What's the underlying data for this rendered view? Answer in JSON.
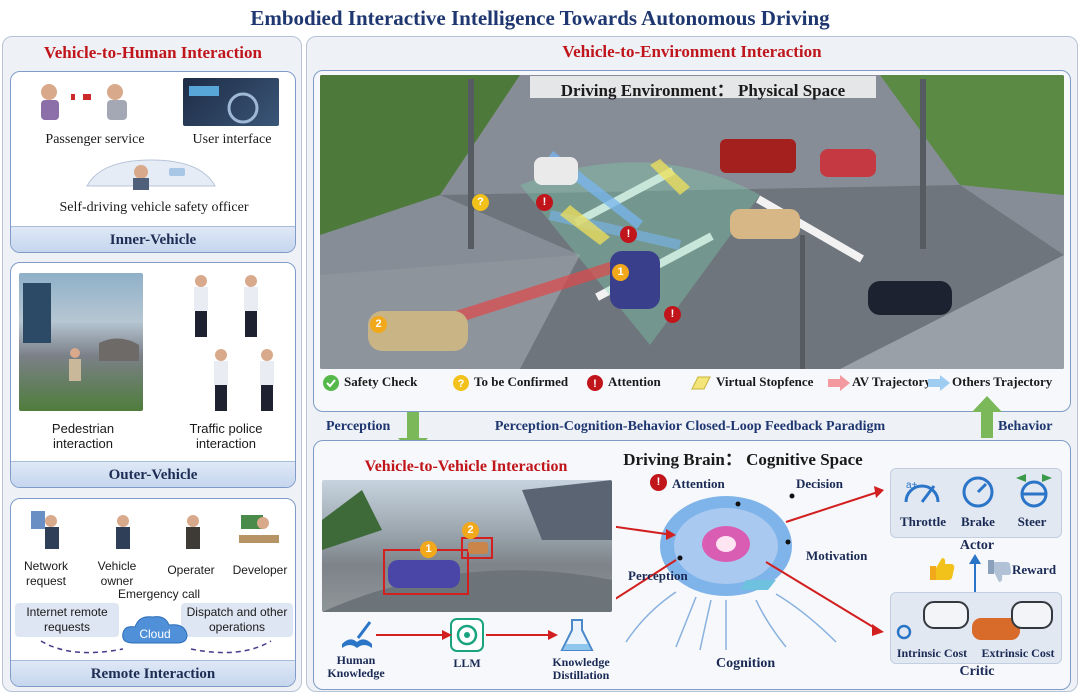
{
  "title": "Embodied Interactive Intelligence Towards Autonomous Driving",
  "left": {
    "header": "Vehicle-to-Human Interaction",
    "inner": {
      "label_passenger": "Passenger service",
      "label_ui": "User interface",
      "label_officer": "Self-driving vehicle safety officer",
      "footer": "Inner-Vehicle"
    },
    "outer": {
      "label_pedestrian": "Pedestrian\ninteraction",
      "label_police": "Traffic police\ninteraction",
      "footer": "Outer-Vehicle"
    },
    "remote": {
      "label_network": "Network\nrequest",
      "label_owner": "Vehicle\nowner",
      "label_operator": "Operater",
      "label_developer": "Developer",
      "label_emergency": "Emergency call",
      "label_internet": "Internet remote\nrequests",
      "label_dispatch": "Dispatch and other\noperations",
      "label_cloud": "Cloud",
      "footer": "Remote Interaction"
    }
  },
  "right": {
    "header": "Vehicle-to-Environment Interaction",
    "env_title": "Driving Environment： Physical Space",
    "legend": {
      "safety": "Safety Check",
      "confirm": "To be Confirmed",
      "attention": "Attention",
      "stopfence": "Virtual Stopfence",
      "av_traj": "AV Trajectory",
      "others_traj": "Others Trajectory"
    },
    "paradigm": "Perception-Cognition-Behavior Closed-Loop Feedback Paradigm",
    "perception": "Perception",
    "behavior": "Behavior",
    "brain": {
      "title": "Driving Brain： Cognitive Space",
      "v2v": "Vehicle-to-Vehicle Interaction",
      "attention": "Attention",
      "decision": "Decision",
      "motivation": "Motivation",
      "perception": "Perception",
      "cognition": "Cognition",
      "human_knowledge": "Human\nKnowledge",
      "llm": "LLM",
      "knowledge_distillation": "Knowledge\nDistillation",
      "throttle": "Throttle",
      "brake": "Brake",
      "steer": "Steer",
      "actor": "Actor",
      "reward": "Reward",
      "intrinsic": "Intrinsic Cost",
      "extrinsic": "Extrinsic Cost",
      "critic": "Critic"
    }
  },
  "badge_1": "1",
  "badge_2": "2",
  "badge_excl": "!",
  "badge_q": "?"
}
